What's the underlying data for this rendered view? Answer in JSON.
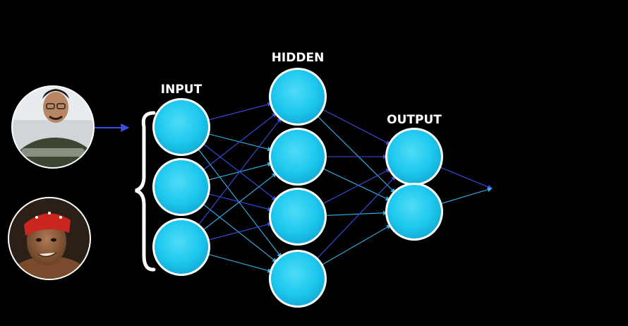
{
  "layers": {
    "input": {
      "label": "INPUT",
      "node_count": 3
    },
    "hidden": {
      "label": "HIDDEN",
      "node_count": 4
    },
    "output": {
      "label": "OUTPUT",
      "node_count": 2
    }
  },
  "photos": {
    "top": "portrait-photo-man-with-glasses",
    "bottom": "portrait-photo-man-with-red-bandana"
  },
  "colors": {
    "background": "#000000",
    "node_fill": "#1ec8ee",
    "node_border": "#ffffff",
    "edge_blue": "#3a4fe8",
    "edge_cyan": "#33b6f0",
    "label": "#ffffff"
  }
}
